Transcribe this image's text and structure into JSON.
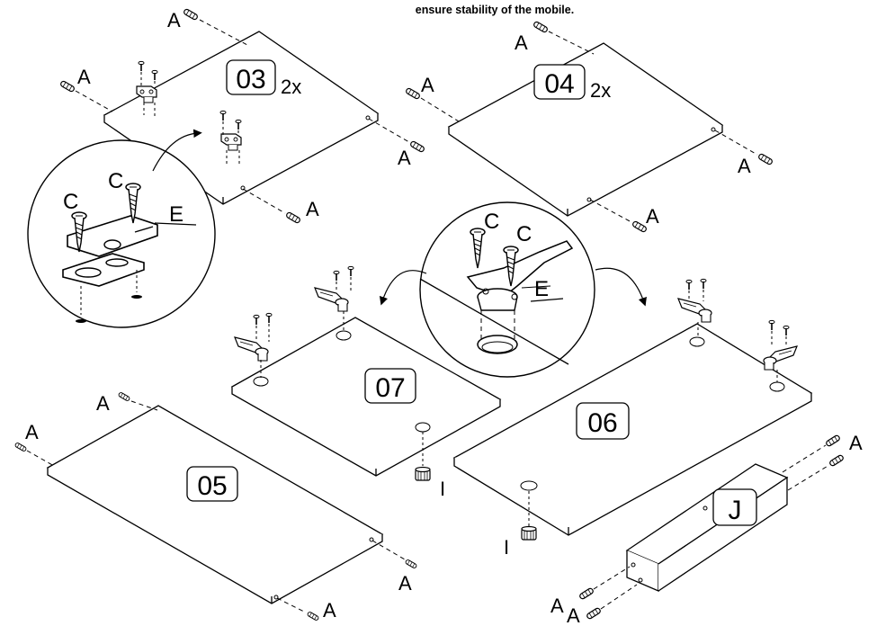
{
  "note": "ensure stability of the mobile.",
  "parts": [
    {
      "number": "03",
      "quantity": "2x"
    },
    {
      "number": "04",
      "quantity": "2x"
    },
    {
      "number": "05",
      "quantity": ""
    },
    {
      "number": "06",
      "quantity": ""
    },
    {
      "number": "07",
      "quantity": ""
    },
    {
      "number": "J",
      "quantity": ""
    }
  ],
  "hardware_labels": {
    "dowel": "A",
    "screw": "C",
    "hinge_plate": "E",
    "foot": "I"
  }
}
